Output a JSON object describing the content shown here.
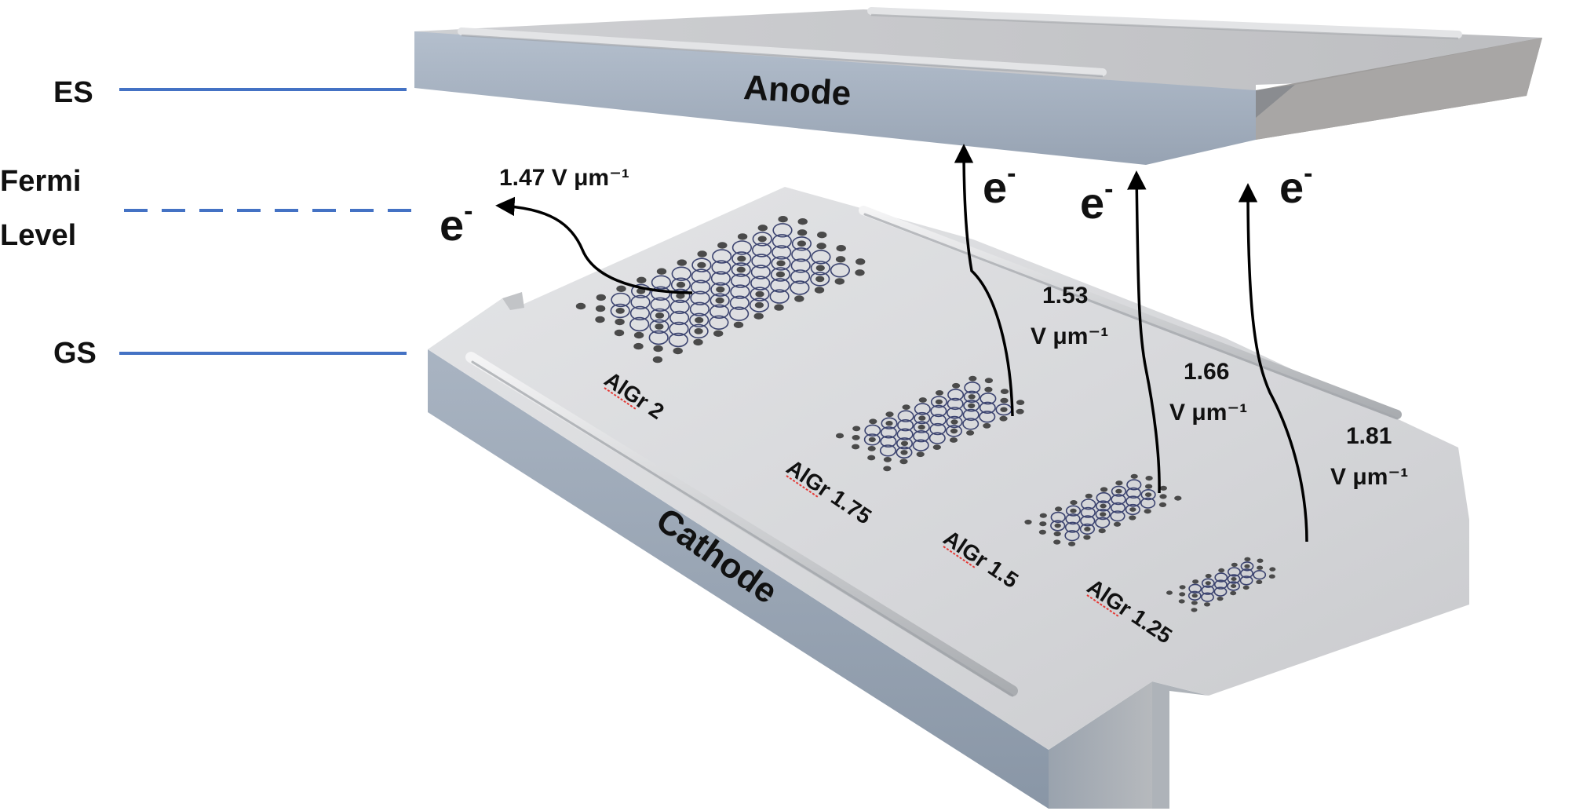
{
  "levels": {
    "es": "ES",
    "fermi_line1": "Fermi",
    "fermi_line2": "Level",
    "gs": "GS"
  },
  "electrodes": {
    "anode": "Anode",
    "cathode": "Cathode"
  },
  "electron": "e",
  "electron_sup": "-",
  "fields": {
    "f147": "1.47 V μm⁻¹",
    "f153_a": "1.53",
    "f153_b": "V μm⁻¹",
    "f166_a": "1.66",
    "f166_b": "V μm⁻¹",
    "f181_a": "1.81",
    "f181_b": "V μm⁻¹"
  },
  "samples": {
    "s2": "AlGr 2",
    "s175": "AlGr 1.75",
    "s15": "AlGr 1.5",
    "s125": "AlGr 1.25"
  },
  "colors": {
    "level_line": "#4472c4",
    "plate_top": "#d9dadc",
    "plate_side": "#98a4b2",
    "anode_top": "#c8c9cc",
    "anode_front": "#a7b2c1",
    "lattice": "#3c4470",
    "hole": "#4a4a4a",
    "arrow": "#000000",
    "underline": "#e53935"
  }
}
